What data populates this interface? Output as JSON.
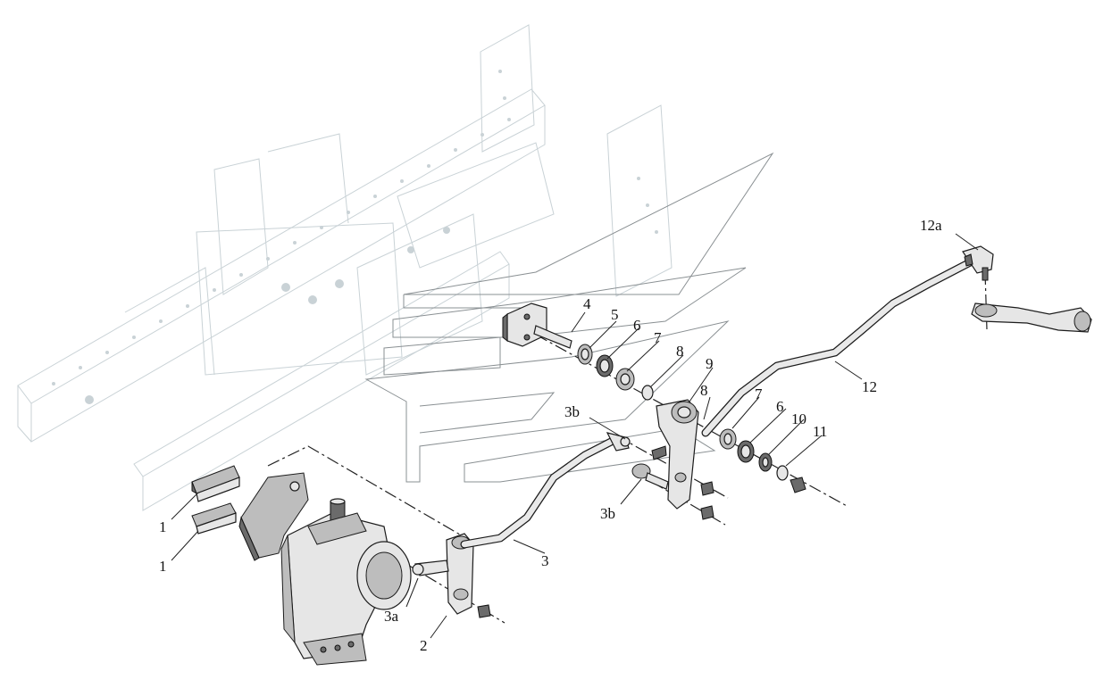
{
  "labels": {
    "p1_top": "1",
    "p1_bottom": "1",
    "p2": "2",
    "p3": "3",
    "p3a": "3a",
    "p3b_top": "3b",
    "p3b_bottom": "3b",
    "p4": "4",
    "p5": "5",
    "p6_left": "6",
    "p6_right": "6",
    "p7_left": "7",
    "p7_right": "7",
    "p8_left": "8",
    "p8_right": "8",
    "p9": "9",
    "p10": "10",
    "p11": "11",
    "p12": "12",
    "p12a": "12a"
  },
  "colors": {
    "frame": "#c9d2d6",
    "part": "#e6e6e6",
    "outline": "#1c1c1c"
  }
}
